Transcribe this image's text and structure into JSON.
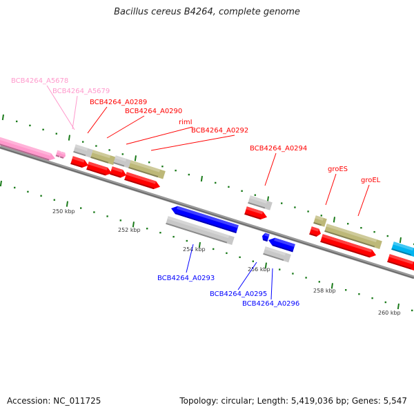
{
  "title": "Bacillus cereus B4264, complete genome",
  "footer": {
    "accession": "Accession: NC_011725",
    "summary": "Topology: circular; Length: 5,419,036 bp; Genes: 5,547"
  },
  "scale_labels": [
    "250 kbp",
    "252 kbp",
    "254 kbp",
    "256 kbp",
    "258 kbp",
    "260 kbp"
  ],
  "gene_labels": [
    {
      "text": "BCB4264_A5678",
      "color": "#ff99cc"
    },
    {
      "text": "BCB4264_A5679",
      "color": "#ff99cc"
    },
    {
      "text": "BCB4264_A0289",
      "color": "#ff0000"
    },
    {
      "text": "BCB4264_A0290",
      "color": "#ff0000"
    },
    {
      "text": "rimI",
      "color": "#ff0000"
    },
    {
      "text": "BCB4264_A0292",
      "color": "#ff0000"
    },
    {
      "text": "BCB4264_A0294",
      "color": "#ff0000"
    },
    {
      "text": "groES",
      "color": "#ff0000"
    },
    {
      "text": "groEL",
      "color": "#ff0000"
    },
    {
      "text": "BCB4264_A0293",
      "color": "#0000ff"
    },
    {
      "text": "BCB4264_A0295",
      "color": "#0000ff"
    },
    {
      "text": "BCB4264_A0296",
      "color": "#0000ff"
    }
  ],
  "colors": {
    "cds": "#ff0000",
    "gene": "#c8c8c8",
    "rrna_olive": "#bdb878",
    "reverse": "#0000ff",
    "pink": "#ff99cc",
    "cyan": "#00b4f0",
    "tick": "#1a7a1a",
    "backbone": "#808080"
  }
}
